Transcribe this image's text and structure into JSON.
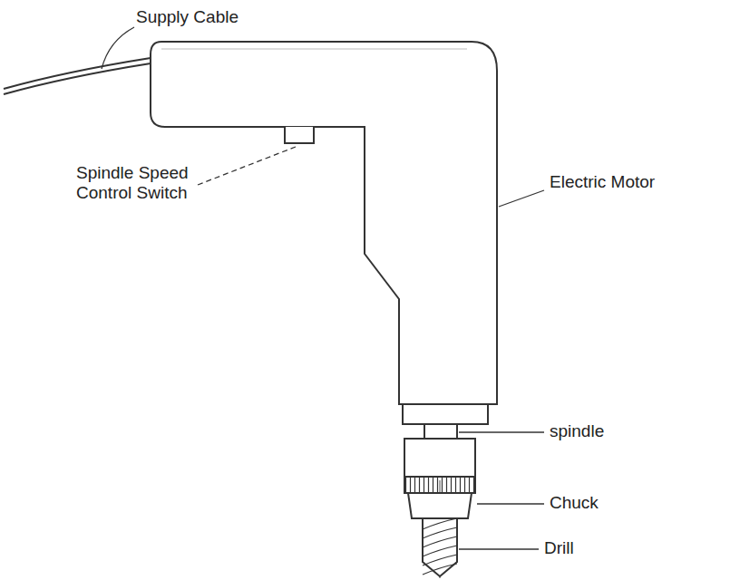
{
  "diagram": {
    "labels": [
      "Supply Cable",
      "Spindle Speed Control Switch",
      "Electric Motor",
      "spindle",
      "Chuck",
      "Drill"
    ]
  }
}
